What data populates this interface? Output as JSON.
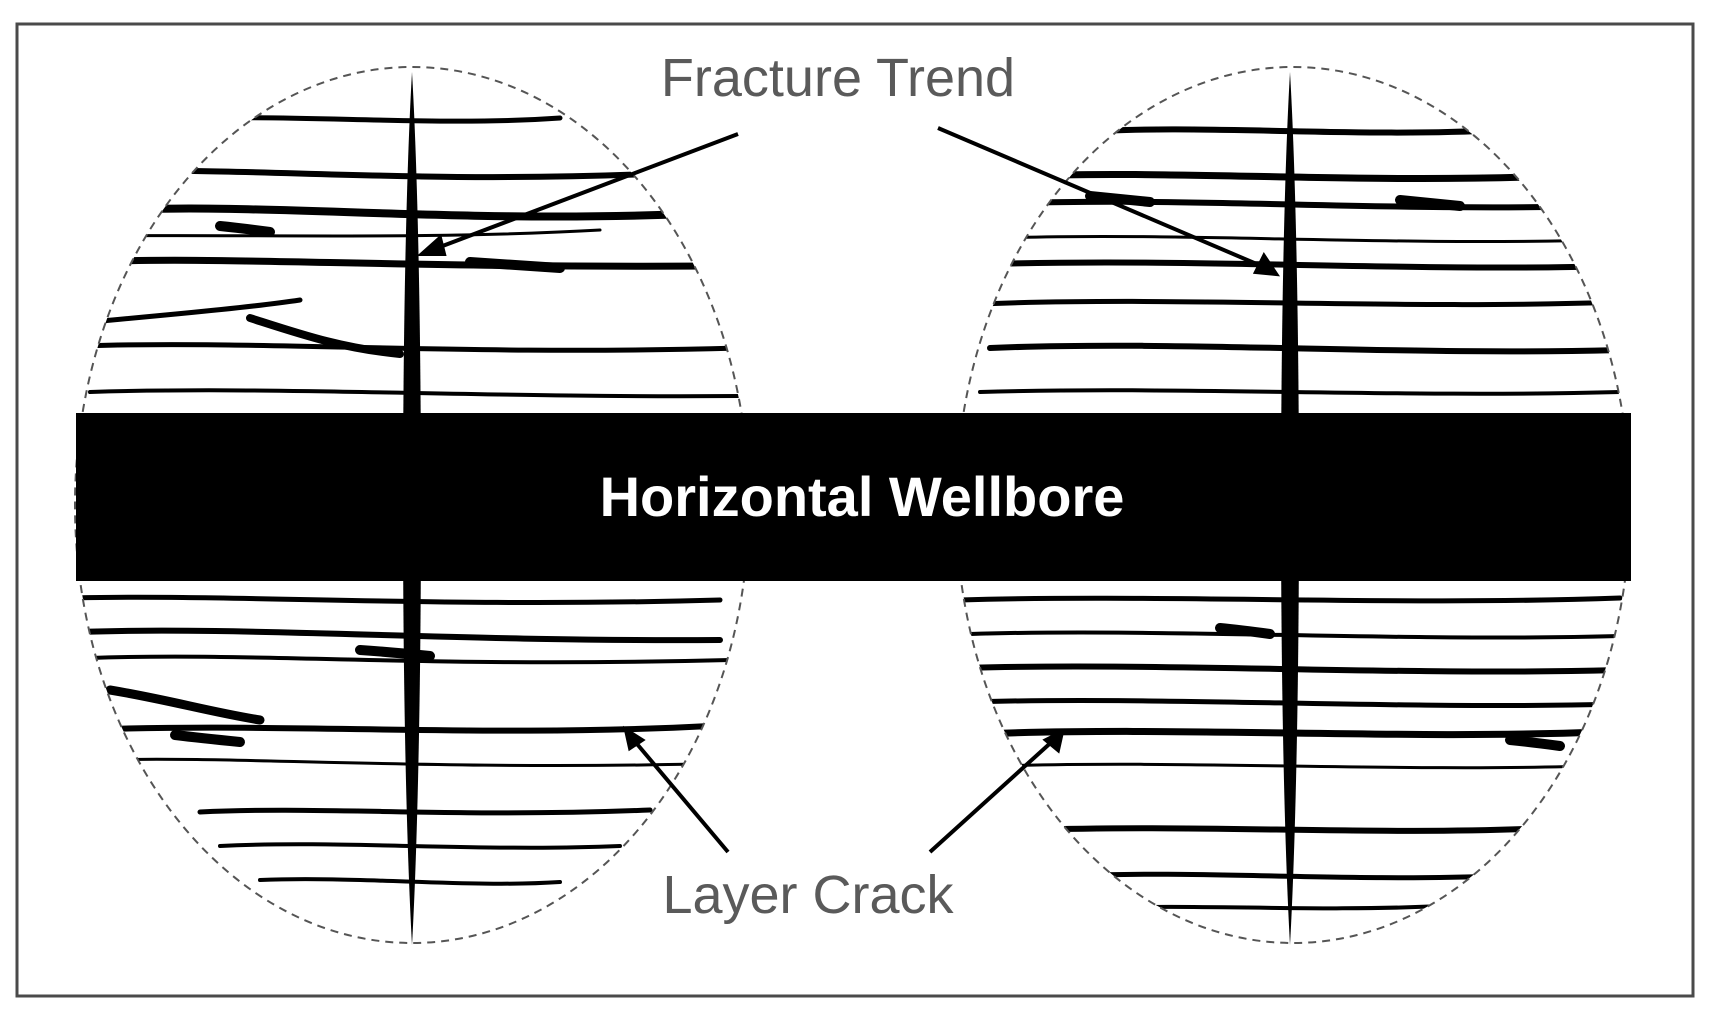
{
  "labels": {
    "fracture_trend": "Fracture Trend",
    "wellbore": "Horizontal Wellbore",
    "layer_crack": "Layer Crack"
  },
  "colors": {
    "ink": "#000000",
    "label_gray": "#5a5a5a",
    "frame": "#4a4a4a",
    "background": "#ffffff",
    "wellbore_text": "#ffffff"
  }
}
